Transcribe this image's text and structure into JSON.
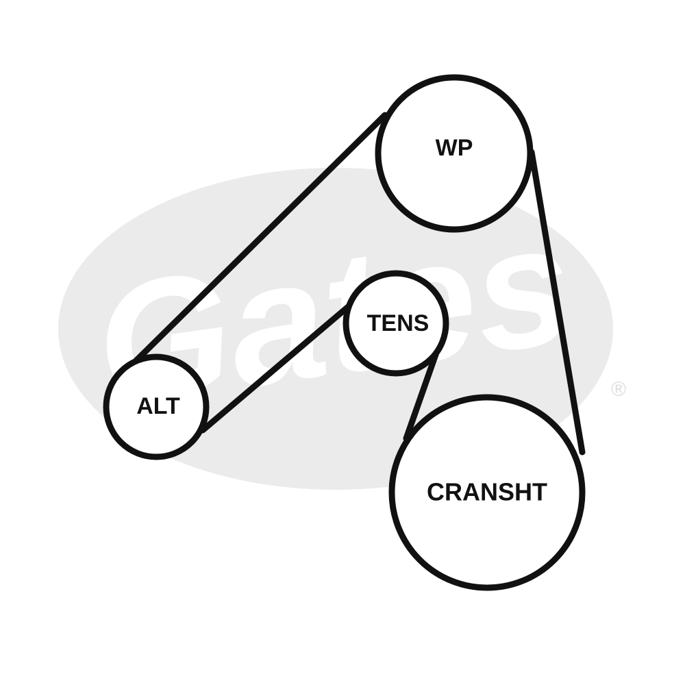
{
  "watermark": {
    "brand": "Gates",
    "mark": "®"
  },
  "pulleys": [
    {
      "id": "wp",
      "label": "WP"
    },
    {
      "id": "tens",
      "label": "TENS"
    },
    {
      "id": "alt",
      "label": "ALT"
    },
    {
      "id": "cransht",
      "label": "CRANSHT"
    }
  ],
  "colors": {
    "line": "#111111",
    "background": "#ffffff",
    "watermark_fill": "#ebebeb",
    "watermark_text": "#ffffff"
  }
}
